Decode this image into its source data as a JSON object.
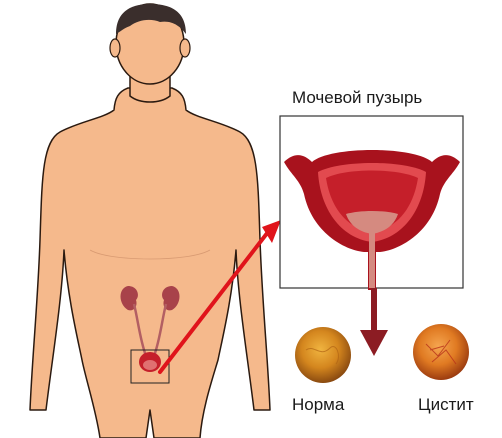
{
  "labels": {
    "bladder": "Мочевой пузырь",
    "normal": "Норма",
    "cystitis": "Цистит"
  },
  "colors": {
    "skin": "#f5b98c",
    "skin_outline": "#2b1a10",
    "hair": "#3a2e2c",
    "organ_dark_red": "#a8121d",
    "organ_red": "#c51f2a",
    "organ_light_red": "#e24a4f",
    "urine": "#d58a80",
    "kidney": "#a8424a",
    "ureter": "#b35f63",
    "arrow_red": "#e0141b",
    "arrow_dark": "#8c1c23",
    "normal_sample": "#d4861e",
    "cystitis_sample": "#e07a22"
  },
  "icons": {
    "normal_sample": "normal-urine-sample-icon",
    "cystitis_sample": "cystitis-urine-sample-icon"
  }
}
